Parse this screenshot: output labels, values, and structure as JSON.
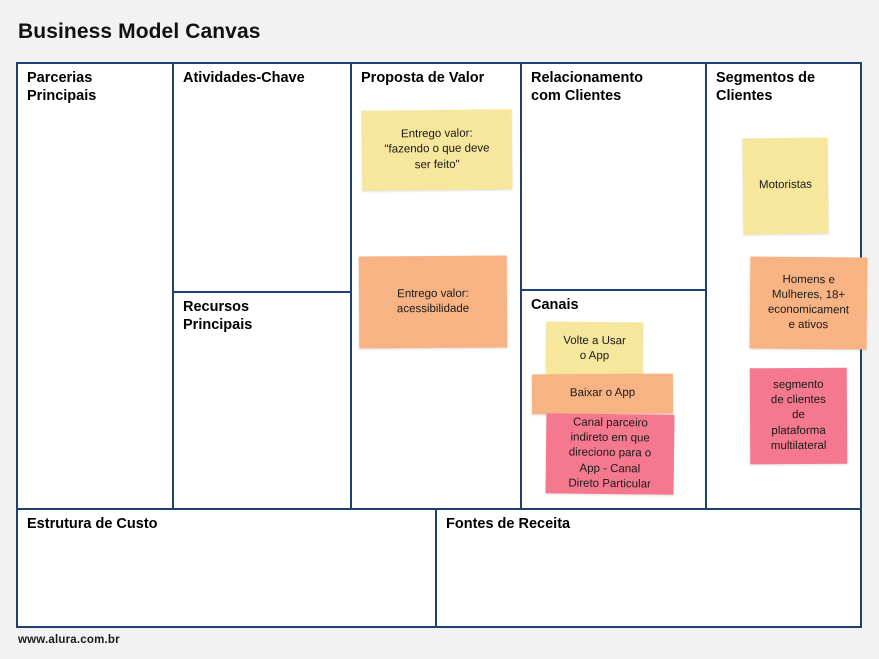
{
  "page": {
    "title": "Business Model Canvas",
    "footer_url": "www.alura.com.br",
    "background_color": "#f2f2f2",
    "frame_border_color": "#1f4172"
  },
  "palette": {
    "yellow": "#f6e79d",
    "orange": "#f8b384",
    "pink": "#f4798f",
    "border": "#1f4172",
    "text": "#000000"
  },
  "blocks": {
    "key_partners": {
      "title": "Parcerias\nPrincipais",
      "notes": []
    },
    "key_activities": {
      "title": "Atividades-Chave",
      "notes": []
    },
    "key_resources": {
      "title": "Recursos\nPrincipais",
      "notes": []
    },
    "value_proposition": {
      "title": "Proposta de Valor",
      "notes": [
        {
          "text": "Entrego valor:\n\"fazendo o que deve\nser feito\"",
          "color": "yellow"
        },
        {
          "text": "Entrego valor:\nacessibilidade",
          "color": "orange"
        }
      ]
    },
    "customer_relationships": {
      "title": "Relacionamento\ncom Clientes",
      "notes": []
    },
    "channels": {
      "title": "Canais",
      "notes": [
        {
          "text": "Volte a Usar\no App",
          "color": "yellow"
        },
        {
          "text": "Baixar o App",
          "color": "orange"
        },
        {
          "text": "Canal parceiro\nindireto em que\ndireciono para o\nApp - Canal\nDireto Particular",
          "color": "pink"
        }
      ]
    },
    "customer_segments": {
      "title": "Segmentos de\nClientes",
      "notes": [
        {
          "text": "Motoristas",
          "color": "yellow"
        },
        {
          "text": "Homens e\nMulheres, 18+\neconomicament\ne ativos",
          "color": "orange"
        },
        {
          "text": "segmento\nde clientes\nde\nplataforma\nmultilateral",
          "color": "pink"
        }
      ]
    },
    "cost_structure": {
      "title": "Estrutura de Custo",
      "notes": []
    },
    "revenue_streams": {
      "title": "Fontes de Receita",
      "notes": []
    }
  }
}
